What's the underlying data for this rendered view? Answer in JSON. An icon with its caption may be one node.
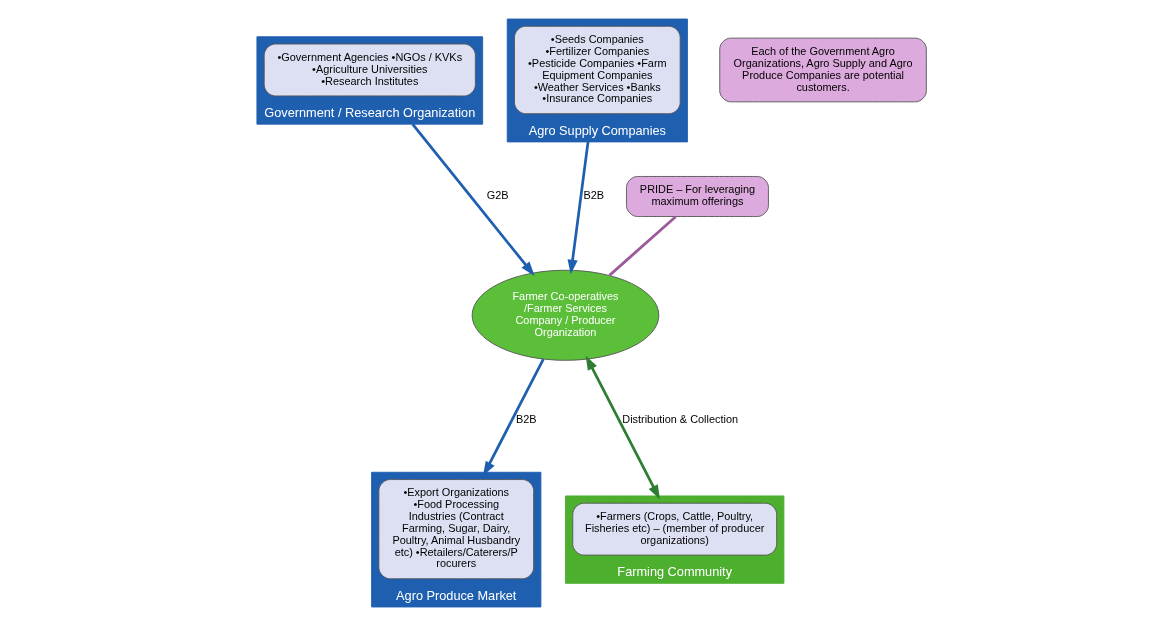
{
  "diagram": {
    "nodes": [
      {
        "text": [
          "Government / Research Organization"
        ]
      },
      {
        "text": [
          "•Government Agencies •NGOs / KVKs •Agriculture Universities •Research Institutes"
        ],
        "in": 0
      },
      {
        "text": [
          "Agro Supply Companies"
        ]
      },
      {
        "text": [
          "•Seeds Companies •Fertilizer Companies •Pesticide Companies •Farm Equipment Companies •Weather Services •Banks •Insurance Companies"
        ],
        "in": 2
      },
      {
        "text": [
          "Farmer Co-operatives /Farmer Services Company / Producer Organization"
        ]
      },
      {
        "text": [
          "Agro Produce Market"
        ]
      },
      {
        "text": [
          "•Export Organizations •Food Processing Industries (Contract Farming, Sugar, Dairy, Poultry, Animal Husbandry etc) •Retailers/Caterers/Procurers"
        ],
        "in": 5
      },
      {
        "text": [
          "Farming Community"
        ]
      },
      {
        "text": [
          "•Farmers (Crops, Cattle, Poultry, Fisheries etc) – (member of producer organizations)"
        ],
        "in": 7
      },
      {
        "text": [
          "Each of the Government Agro Organizations, Agro Supply and Agro Produce Companies are potential customers."
        ]
      },
      {
        "text": [
          "PRIDE – For leveraging maximum offerings"
        ]
      }
    ],
    "edges": [
      {
        "from": 0,
        "to": 4,
        "arrow": "to",
        "label": "G2B"
      },
      {
        "from": 2,
        "to": 4,
        "arrow": "to",
        "label": "B2B"
      },
      {
        "from": 4,
        "to": 5,
        "arrow": "to",
        "label": "B2B"
      },
      {
        "from": 4,
        "to": 7,
        "arrow": "both",
        "label": "Distribution & Collection",
        "color": "#2e7d32"
      },
      {
        "from": 10,
        "to": 4,
        "arrow": "none",
        "color": "#9c5a9c"
      }
    ]
  }
}
